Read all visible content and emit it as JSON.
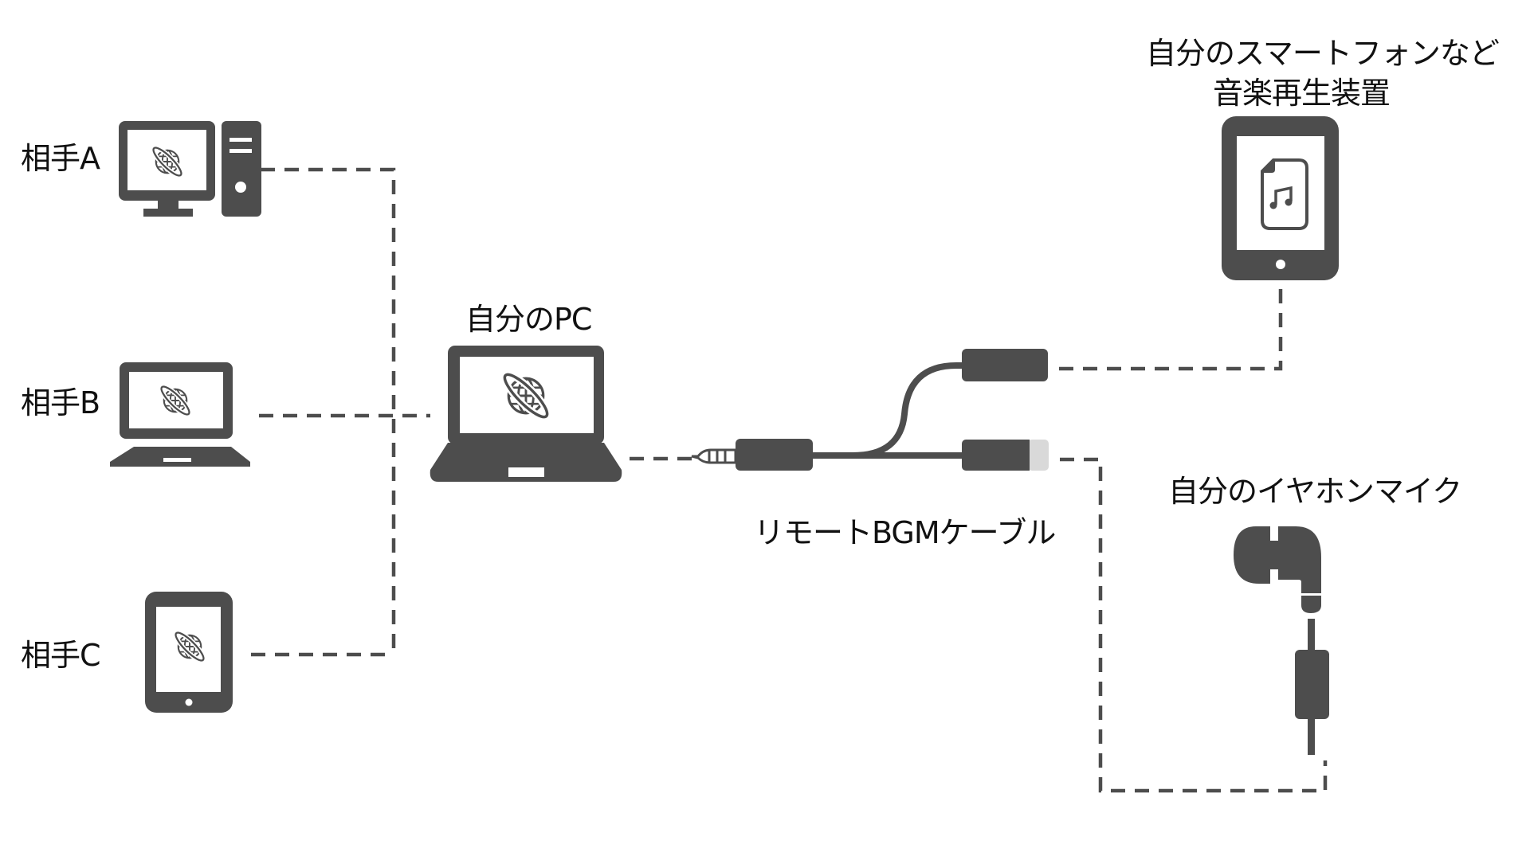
{
  "colors": {
    "icon": "#4d4d4d",
    "screen": "#ffffff",
    "plug_tip": "#d9d9d9",
    "text": "#111111"
  },
  "peers": [
    {
      "label": "相手A",
      "device": "desktop-pc-icon"
    },
    {
      "label": "相手B",
      "device": "laptop-icon"
    },
    {
      "label": "相手C",
      "device": "tablet-icon"
    }
  ],
  "my_pc": {
    "label": "自分のPC",
    "device": "laptop-icon"
  },
  "cable": {
    "label": "リモートBGMケーブル"
  },
  "music_player": {
    "label_line1": "自分のスマートフォンなど",
    "label_line2": "音楽再生装置",
    "device": "tablet-music-icon"
  },
  "earphone": {
    "label": "自分のイヤホンマイク",
    "device": "earphone-mic-icon"
  }
}
